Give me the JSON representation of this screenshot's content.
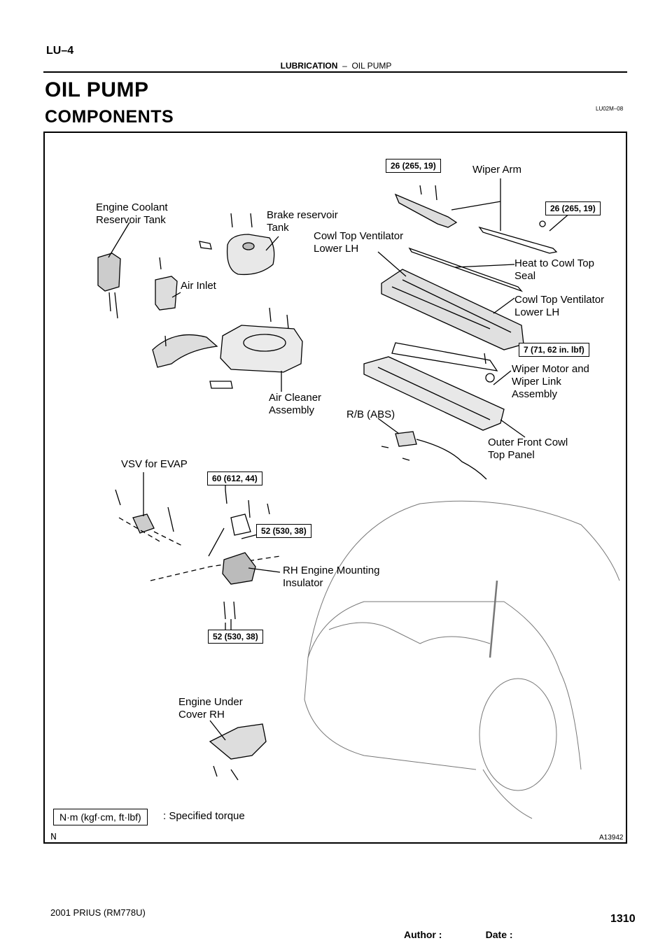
{
  "header": {
    "page_code": "LU–4",
    "section": "LUBRICATION",
    "separator": "–",
    "topic": "OIL PUMP"
  },
  "title": "OIL PUMP",
  "subtitle": "COMPONENTS",
  "ref_code": "LU02M–08",
  "figure": {
    "labels": {
      "engine_coolant": "Engine Coolant\nReservoir Tank",
      "brake_reservoir": "Brake reservoir\nTank",
      "wiper_arm": "Wiper Arm",
      "cowl_top_ventilator_lh_upper": "Cowl Top Ventilator\nLower LH",
      "air_inlet": "Air Inlet",
      "heat_to_cowl_seal": "Heat to Cowl Top\nSeal",
      "cowl_top_ventilator_lh_right": "Cowl Top Ventilator\nLower LH",
      "wiper_motor": "Wiper Motor and\nWiper Link\nAssembly",
      "air_cleaner": "Air Cleaner\nAssembly",
      "rb_abs": "R/B (ABS)",
      "outer_front_cowl": "Outer Front Cowl\nTop Panel",
      "vsv_evap": "VSV for EVAP",
      "rh_engine_mounting": "RH Engine Mounting\nInsulator",
      "engine_under_cover": "Engine Under\nCover RH"
    },
    "torques": {
      "t1": "26 (265, 19)",
      "t2": "26 (265, 19)",
      "t3": "7 (71, 62 in. lbf)",
      "t4": "60 (612, 44)",
      "t5": "52 (530, 38)",
      "t6": "52 (530, 38)"
    },
    "legend": {
      "unit": "N·m (kgf·cm, ft·lbf)",
      "text": ": Specified torque"
    },
    "figure_id": "A13942",
    "corner_mark": "N"
  },
  "footer": {
    "model": "2001 PRIUS   (RM778U)",
    "author_date": "Author :                Date :",
    "page_number": "1310"
  }
}
